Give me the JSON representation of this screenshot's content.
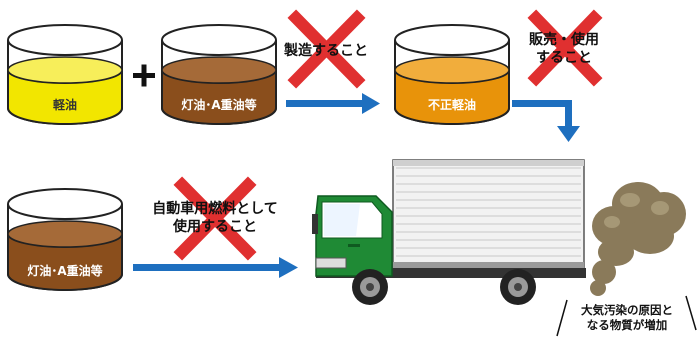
{
  "tanks": {
    "diesel": {
      "label": "軽油",
      "liquid": "#f2e600",
      "text_color": "#333333"
    },
    "kerosene_top": {
      "label": "灯油･A重油等",
      "liquid": "#8a4e1c",
      "text_color": "#ffffff"
    },
    "illegal": {
      "label": "不正軽油",
      "liquid": "#e8930a",
      "text_color": "#ffffff"
    },
    "kerosene_bottom": {
      "label": "灯油･A重油等",
      "liquid": "#8a4e1c",
      "text_color": "#ffffff"
    }
  },
  "operators": {
    "plus": "＋"
  },
  "prohibitions": {
    "manufacture": "製造すること",
    "sell_use": [
      "販売・使用",
      "すること"
    ],
    "use_as_fuel": [
      "自動車用燃料として",
      "使用すること"
    ]
  },
  "caption": [
    "大気汚染の原因と",
    "なる物質が増加"
  ],
  "colors": {
    "arrow": "#1e6fbf",
    "cross": "#e03030",
    "truck_cab": "#1f8a35",
    "smoke": "#8a7a5a"
  },
  "icons": [
    "cross-icon",
    "arrow-right-icon",
    "arrow-down-icon",
    "truck-icon",
    "smoke-icon"
  ]
}
